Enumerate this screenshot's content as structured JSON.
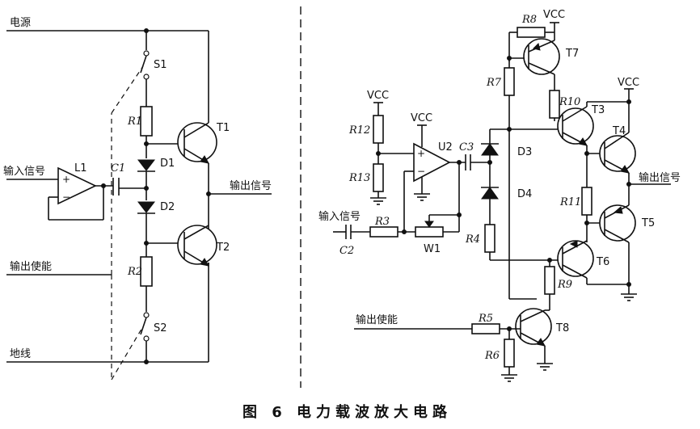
{
  "figure": {
    "caption": "图 6 电力载波放大电路"
  },
  "left": {
    "power_label": "电源",
    "input_label": "输入信号",
    "output_label": "输出信号",
    "enable_label": "输出使能",
    "ground_label": "地线",
    "opamp": "L1",
    "capacitor": "C1",
    "switch_top": "S1",
    "switch_bottom": "S2",
    "r1": "R1",
    "r2": "R2",
    "d1": "D1",
    "d2": "D2",
    "t1": "T1",
    "t2": "T2"
  },
  "right": {
    "vcc_u2": "VCC",
    "vcc_r12": "VCC",
    "vcc_t7": "VCC",
    "vcc_t4": "VCC",
    "u2": "U2",
    "r12": "R12",
    "r13": "R13",
    "r3": "R3",
    "c2": "C2",
    "c3": "C3",
    "w1": "W1",
    "input_label": "输入信号",
    "r8": "R8",
    "r7": "R7",
    "t7": "T7",
    "r10": "R10",
    "t3": "T3",
    "t4": "T4",
    "d3": "D3",
    "d4": "D4",
    "r11": "R11",
    "output_label": "输出信号",
    "t5": "T5",
    "r4": "R4",
    "t6": "T6",
    "r9": "R9",
    "enable_label": "输出使能",
    "r5": "R5",
    "t8": "T8",
    "r6": "R6"
  }
}
